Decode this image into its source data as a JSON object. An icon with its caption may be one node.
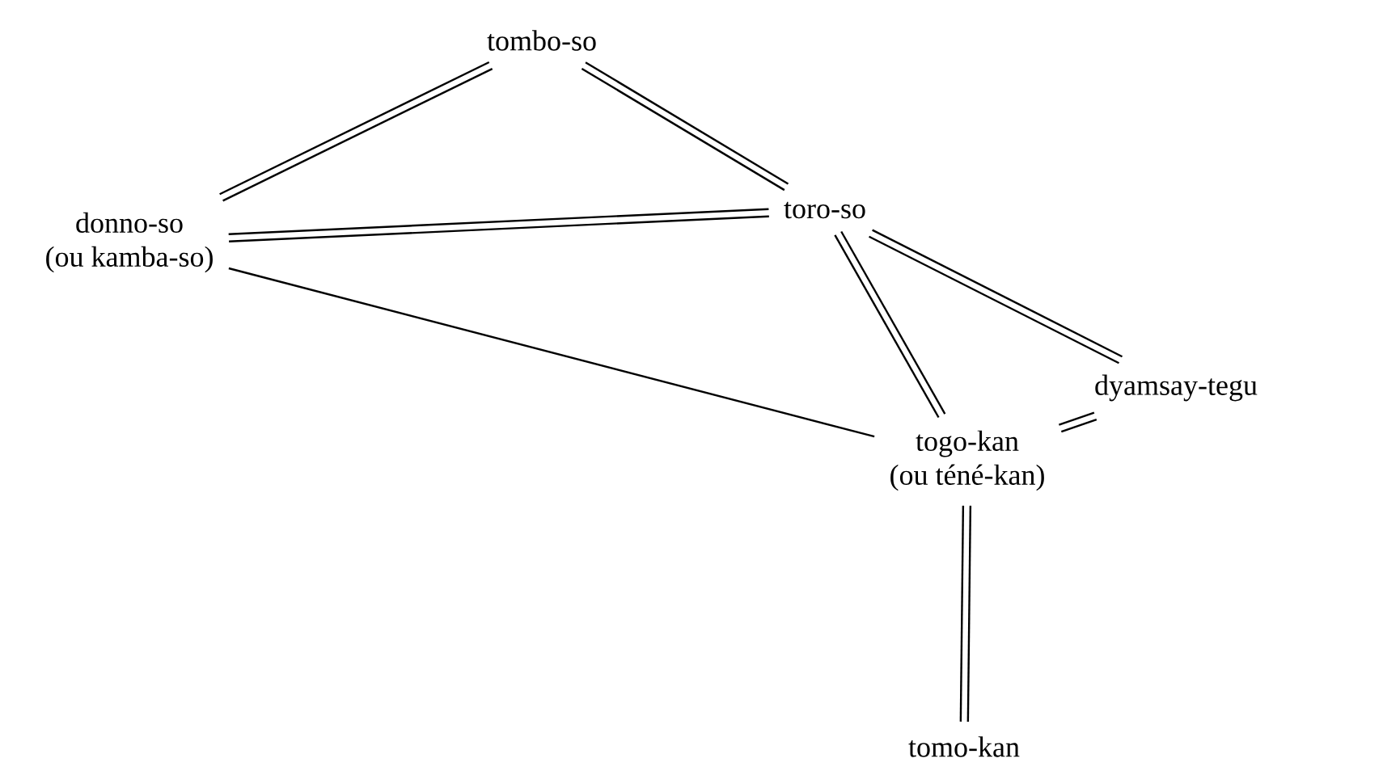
{
  "diagram": {
    "nodes": [
      {
        "text": [
          "tombo-so"
        ]
      },
      {
        "text": [
          "donno-so",
          "(ou kamba-so)"
        ]
      },
      {
        "text": [
          "toro-so"
        ]
      },
      {
        "text": [
          "dyamsay-tegu"
        ]
      },
      {
        "text": [
          "togo-kan",
          "(ou téné-kan)"
        ]
      },
      {
        "text": [
          "tomo-kan"
        ]
      }
    ],
    "edges": [
      {
        "from": 0,
        "to": 1,
        "arrow": "none"
      },
      {
        "from": 0,
        "to": 1,
        "arrow": "none"
      },
      {
        "from": 0,
        "to": 2,
        "arrow": "none"
      },
      {
        "from": 0,
        "to": 2,
        "arrow": "none"
      },
      {
        "from": 1,
        "to": 2,
        "arrow": "none"
      },
      {
        "from": 1,
        "to": 2,
        "arrow": "none"
      },
      {
        "from": 2,
        "to": 4,
        "arrow": "none"
      },
      {
        "from": 2,
        "to": 4,
        "arrow": "none"
      },
      {
        "from": 2,
        "to": 3,
        "arrow": "none"
      },
      {
        "from": 2,
        "to": 3,
        "arrow": "none"
      },
      {
        "from": 3,
        "to": 4,
        "arrow": "none"
      },
      {
        "from": 3,
        "to": 4,
        "arrow": "none"
      },
      {
        "from": 4,
        "to": 5,
        "arrow": "none"
      },
      {
        "from": 4,
        "to": 5,
        "arrow": "none"
      },
      {
        "from": 1,
        "to": 4,
        "arrow": "none"
      }
    ]
  }
}
